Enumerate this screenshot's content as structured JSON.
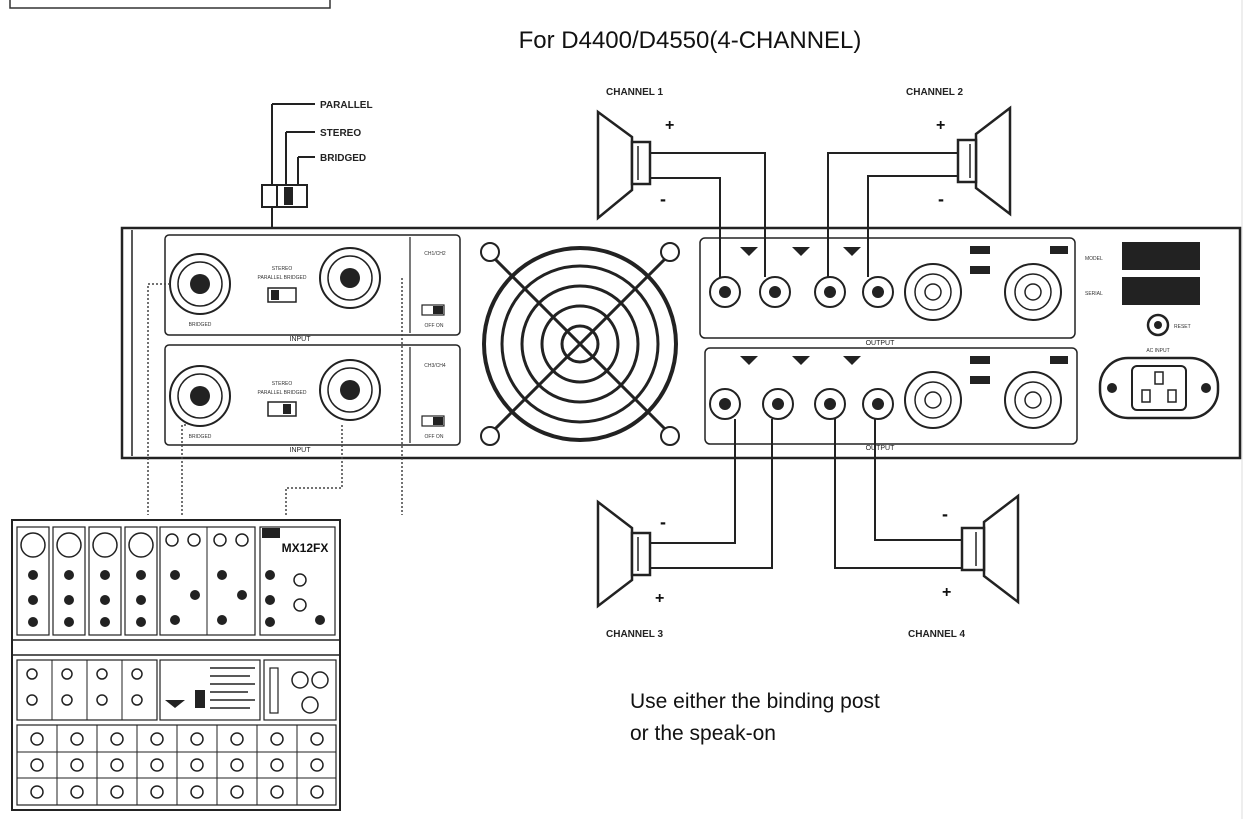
{
  "title": "For D4400/D4550(4-CHANNEL)",
  "mode_switch": {
    "parallel": "PARALLEL",
    "stereo": "STEREO",
    "bridged": "BRIDGED"
  },
  "channels": {
    "ch1": "CHANNEL 1",
    "ch2": "CHANNEL 2",
    "ch3": "CHANNEL 3",
    "ch4": "CHANNEL 4"
  },
  "polarity": {
    "plus": "+",
    "minus": "-"
  },
  "amp_panel": {
    "input": "INPUT",
    "output": "OUTPUT",
    "stereo": "STEREO",
    "parallel_bridged": "PARALLEL BRIDGED",
    "bridged": "BRIDGED",
    "ch12": "CH1/CH2",
    "ch34": "CH3/CH4",
    "off_on": "OFF ON",
    "model": "MODEL",
    "serial": "SERIAL",
    "ac_input": "AC INPUT",
    "reset": "RESET"
  },
  "mixer": {
    "model": "MX12FX"
  },
  "note": {
    "line1": "Use either the binding post",
    "line2": "or the speak-on"
  }
}
